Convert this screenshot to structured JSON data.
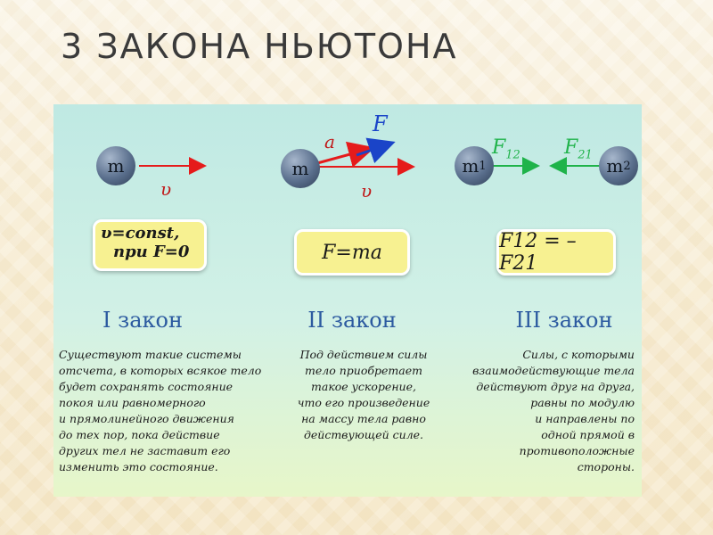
{
  "slide_title": "3 ЗАКОНА НЬЮТОНА",
  "colors": {
    "accent_red": "#e51b1b",
    "accent_green": "#1fb34a",
    "accent_blue": "#1a44c8",
    "law_title": "#2c5aa0"
  },
  "law1": {
    "mass_label": "m",
    "velocity_label": "υ",
    "formula_line1": "υ=const,",
    "formula_line2": "при F=0",
    "title": "I закон",
    "description": [
      "Существуют такие системы",
      "отсчета, в которых всякое тело",
      "будет сохранять состояние",
      "покоя или равномерного",
      "и прямолинейного движения",
      "до тех пор, пока действие",
      "других тел не заставит его",
      "изменить это состояние."
    ]
  },
  "law2": {
    "mass_label": "m",
    "accel_label": "a",
    "force_label": "F",
    "velocity_label": "υ",
    "formula": "F=ma",
    "title": "II закон",
    "description": [
      "Под действием силы",
      "тело приобретает",
      "такое ускорение,",
      "что его произведение",
      "на массу тела равно",
      "действующей силе."
    ]
  },
  "law3": {
    "mass1_label": "m",
    "mass1_sub": "1",
    "mass2_label": "m",
    "mass2_sub": "2",
    "f12_label": "F",
    "f12_sub": "12",
    "f21_label": "F",
    "f21_sub": "21",
    "formula": "F12 = –F21",
    "title": "III закон",
    "description": [
      "Силы, с которыми",
      "взаимодействующие тела",
      "действуют друг на друга,",
      "равны по модулю",
      "и направлены по",
      "одной прямой в",
      "противоположные",
      "стороны."
    ]
  }
}
